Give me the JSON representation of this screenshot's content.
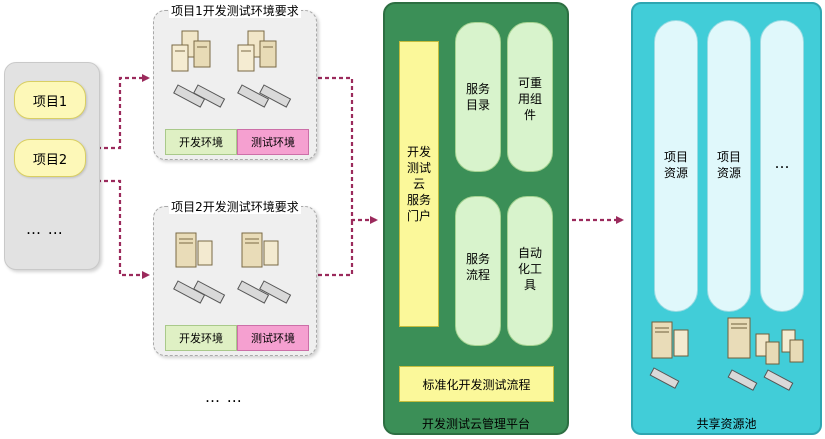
{
  "projects": {
    "items": [
      "项目1",
      "项目2"
    ],
    "more": "… …"
  },
  "env_requirements": [
    {
      "title": "项目1开发测试环境要求",
      "dev_label": "开发环境",
      "test_label": "测试环境"
    },
    {
      "title": "项目2开发测试环境要求",
      "dev_label": "开发环境",
      "test_label": "测试环境"
    }
  ],
  "env_more": "… …",
  "platform": {
    "name": "开发测试云管理平台",
    "portal": "开发\n测试\n云\n服务\n门户",
    "services": [
      "服务\n目录",
      "可重\n用组\n件",
      "服务\n流程",
      "自动\n化工\n具"
    ],
    "standard_flow": "标准化开发测试流程"
  },
  "resource_pool": {
    "name": "共享资源池",
    "columns": [
      "项目\n资源",
      "项目\n资源",
      "…"
    ]
  },
  "colors": {
    "connector": "#9b2a5c",
    "platform_bg": "#3b8f57",
    "pool_bg": "#41cdd8",
    "dev_env": "#dff0c4",
    "test_env": "#f5a0d0",
    "project_pill": "#fdf8b8"
  },
  "icons": [
    "server-tower-icon",
    "server-rack-icon"
  ]
}
